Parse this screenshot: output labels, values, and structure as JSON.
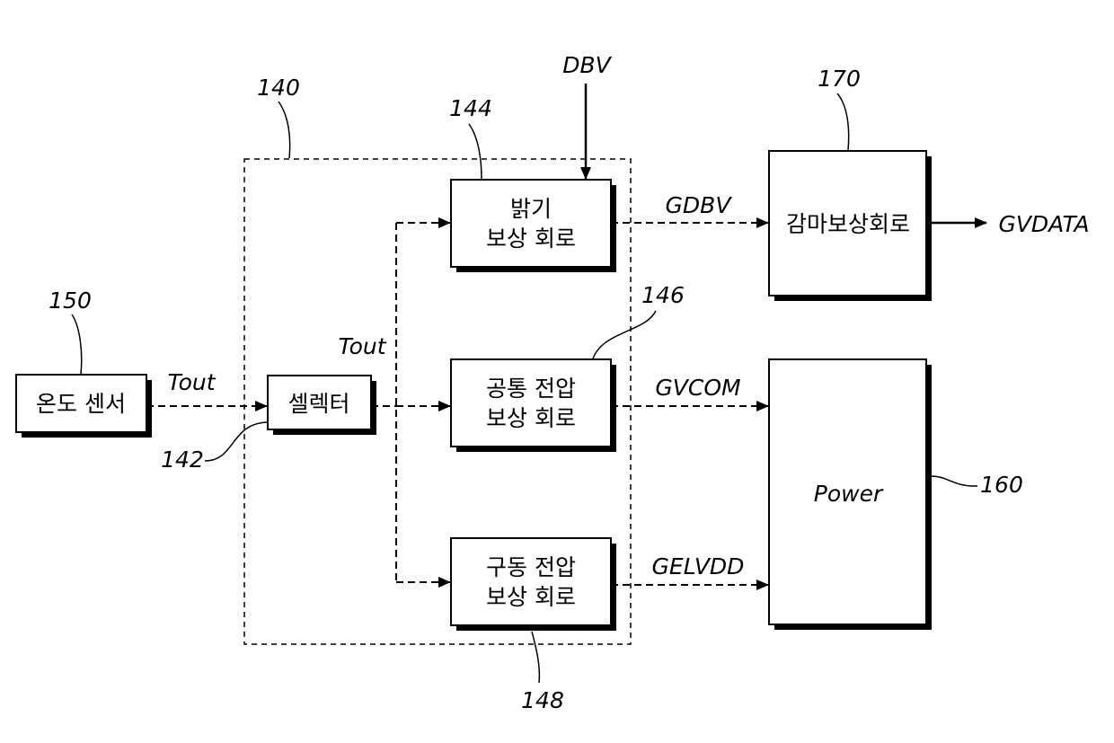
{
  "blocks": {
    "temp_sensor": {
      "label": "온도 센서",
      "ref": "150"
    },
    "selector": {
      "label": "셀렉터",
      "ref": "142"
    },
    "brightness": {
      "line1": "밝기",
      "line2": "보상 회로",
      "ref": "144"
    },
    "common_voltage": {
      "line1": "공통 전압",
      "line2": "보상 회로",
      "ref": "146"
    },
    "drive_voltage": {
      "line1": "구동 전압",
      "line2": "보상 회로",
      "ref": "148"
    },
    "gamma": {
      "label": "감마보상회로",
      "ref": "170"
    },
    "power": {
      "label": "Power",
      "ref": "160"
    },
    "compensation_unit": {
      "ref": "140"
    }
  },
  "signals": {
    "tout_in": "Tout",
    "tout_branch": "Tout",
    "dbv": "DBV",
    "gdbv": "GDBV",
    "gvcom": "GVCOM",
    "gelvdd": "GELVDD",
    "gvdata": "GVDATA"
  }
}
